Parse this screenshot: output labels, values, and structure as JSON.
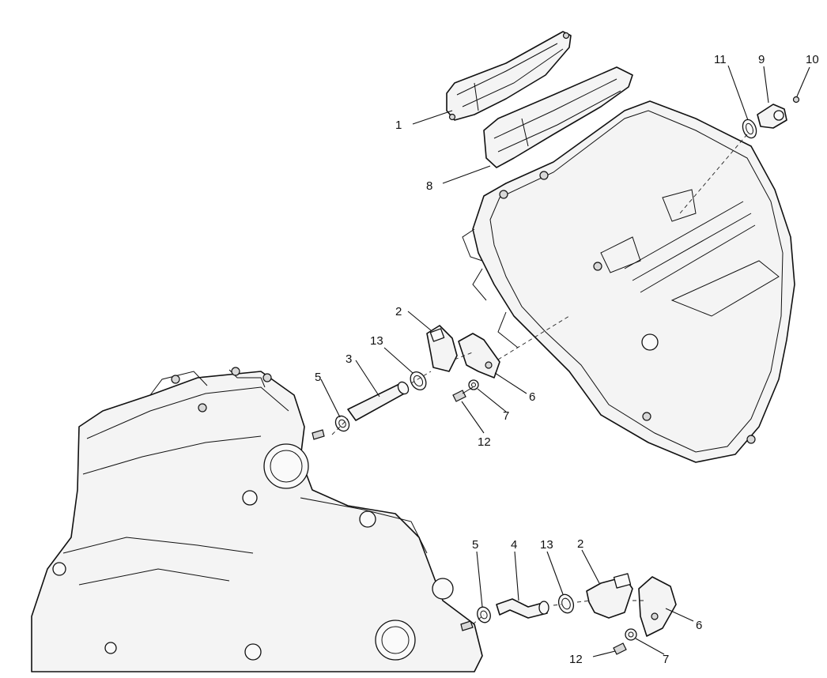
{
  "diagram": {
    "callouts": [
      {
        "id": "c1",
        "text": "1"
      },
      {
        "id": "c8",
        "text": "8"
      },
      {
        "id": "c11",
        "text": "11"
      },
      {
        "id": "c9",
        "text": "9"
      },
      {
        "id": "c10",
        "text": "10"
      },
      {
        "id": "c2a",
        "text": "2"
      },
      {
        "id": "c13a",
        "text": "13"
      },
      {
        "id": "c3",
        "text": "3"
      },
      {
        "id": "c5a",
        "text": "5"
      },
      {
        "id": "c6a",
        "text": "6"
      },
      {
        "id": "c7a",
        "text": "7"
      },
      {
        "id": "c12a",
        "text": "12"
      },
      {
        "id": "c5b",
        "text": "5"
      },
      {
        "id": "c4",
        "text": "4"
      },
      {
        "id": "c13b",
        "text": "13"
      },
      {
        "id": "c2b",
        "text": "2"
      },
      {
        "id": "c6b",
        "text": "6"
      },
      {
        "id": "c12b",
        "text": "12"
      },
      {
        "id": "c7b",
        "text": "7"
      }
    ]
  }
}
